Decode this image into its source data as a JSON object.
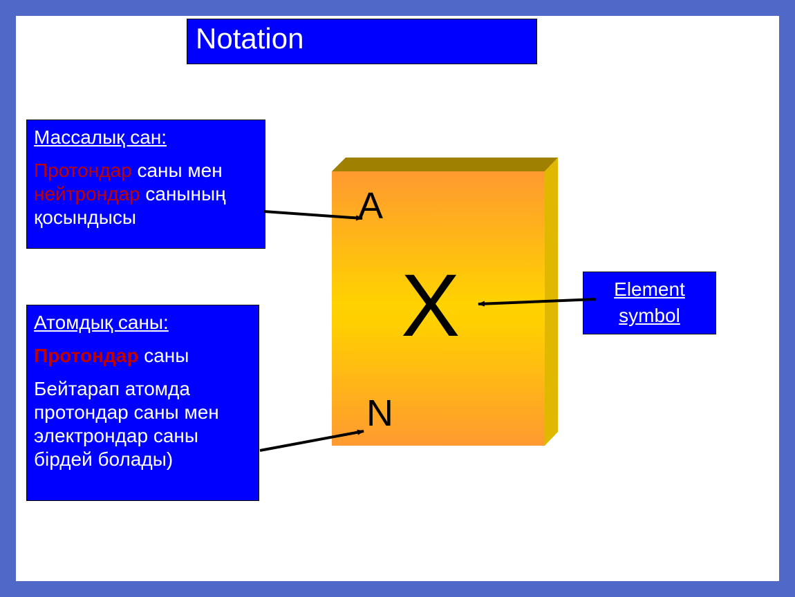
{
  "title": "Notation",
  "mass_number_box": {
    "heading": "Массалық сан:",
    "part1_red": "Протондар",
    "part2": " саны мен ",
    "part3_red": "нейтрондар",
    "part4": " санының қосындысы"
  },
  "atomic_number_box": {
    "heading": "Атомдық саны:",
    "part1_red": "Протондар",
    "part2": " саны",
    "note": "Бейтарап атомда протондар саны мен электрондар саны бірдей болады)"
  },
  "element_symbol_box": {
    "label": "Element symbol"
  },
  "symbols": {
    "mass": "A",
    "element": "X",
    "atomic": "N"
  },
  "colors": {
    "background": "#5068c8",
    "box_fill": "#0000ff",
    "highlight": "#c00000",
    "block_top": "#a08000",
    "block_side": "#e0b800"
  }
}
